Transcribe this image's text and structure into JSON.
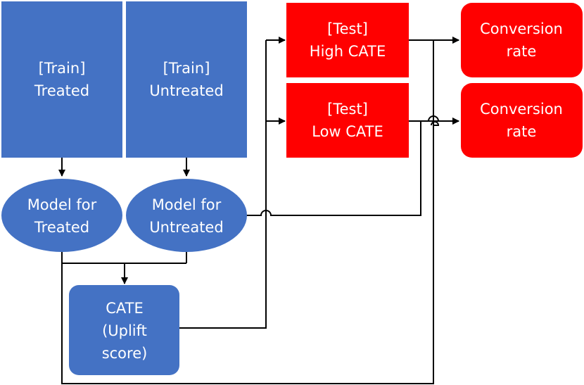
{
  "nodes": {
    "train_treated": {
      "line1": "[Train]",
      "line2": "Treated"
    },
    "train_untreated": {
      "line1": "[Train]",
      "line2": "Untreated"
    },
    "model_treated": {
      "line1": "Model for",
      "line2": "Treated"
    },
    "model_untreated": {
      "line1": "Model for",
      "line2": "Untreated"
    },
    "cate": {
      "line1": "CATE",
      "line2": "(Uplift",
      "line3": "score)"
    },
    "test_high": {
      "line1": "[Test]",
      "line2": "High CATE"
    },
    "test_low": {
      "line1": "[Test]",
      "line2": "Low CATE"
    },
    "conv_high": {
      "line1": "Conversion",
      "line2": "rate"
    },
    "conv_low": {
      "line1": "Conversion",
      "line2": "rate"
    }
  },
  "colors": {
    "blue": "#4472C4",
    "red": "#FF0000",
    "line": "#000000"
  }
}
